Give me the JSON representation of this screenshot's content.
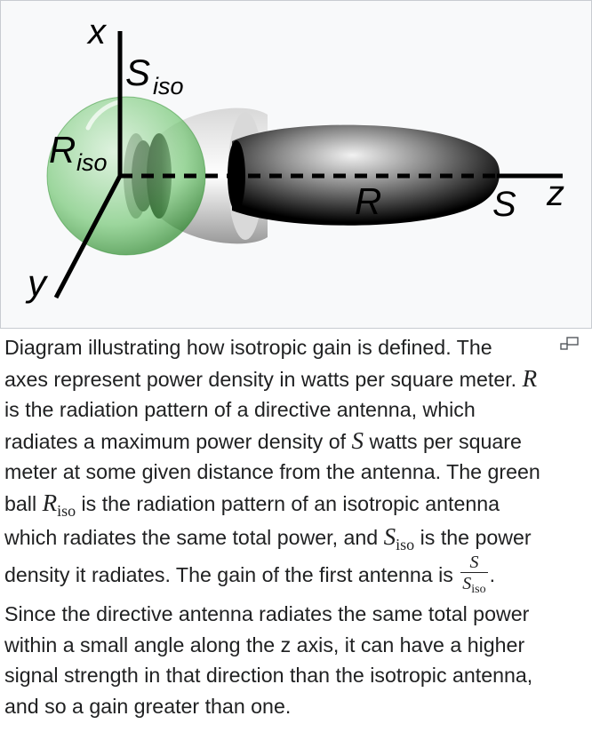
{
  "diagram": {
    "axis_x": "x",
    "axis_y": "y",
    "axis_z": "z",
    "s_iso_main": "S",
    "s_iso_sub": "iso",
    "r_iso_main": "R",
    "r_iso_sub": "iso",
    "r_label": "R",
    "s_label": "S",
    "colors": {
      "iso_ball": "#4caf50",
      "lobe_dark": "#000000",
      "lobe_light": "#f2f2f2"
    }
  },
  "caption": {
    "l1": "Diagram illustrating how isotropic gain is defined. The",
    "l2": "axes represent power density in watts per square meter.",
    "l2_sym": "R",
    "l3": "is the radiation pattern of a directive antenna, which",
    "l4a": "radiates a maximum power density of",
    "l4_sym": "S",
    "l4b": "watts per square",
    "l5": "meter at some given distance from the antenna. The green",
    "l6a": "ball",
    "l6_sym": "R",
    "l6_sub": "iso",
    "l6b": "is the radiation pattern of an isotropic antenna",
    "l7a": "which radiates the same total power, and",
    "l7_sym": "S",
    "l7_sub": "iso",
    "l7b": "is the power",
    "l8a": "density it radiates. The gain of the first antenna is",
    "frac_num": "S",
    "frac_den": "S",
    "frac_den_sub": "iso",
    "l8b": ".",
    "l9": "Since the directive antenna radiates the same total power",
    "l10": "within a small angle along the z axis, it can have a higher",
    "l11": "signal strength in that direction than the isotropic antenna,",
    "l12": "and so a gain greater than one."
  },
  "enlarge_icon": "enlarge-icon"
}
